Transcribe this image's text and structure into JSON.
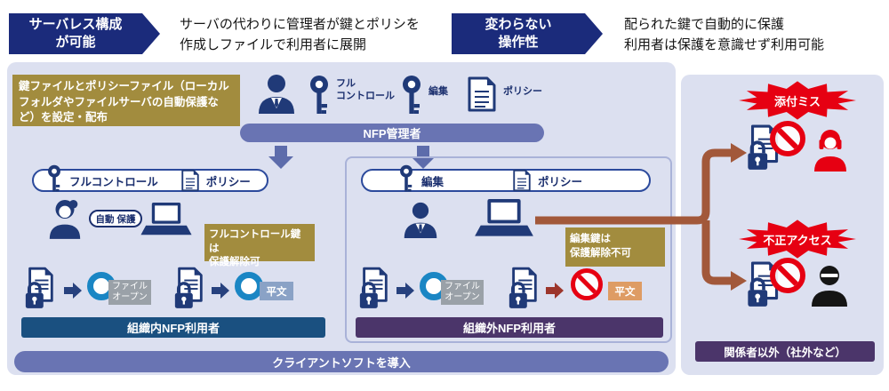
{
  "header": {
    "block1": {
      "title": "サーバレス構成\nが可能",
      "desc": "サーバの代わりに管理者が鍵とポリシを\n作成しファイルで利用者に展開"
    },
    "block2": {
      "title": "変わらない\n操作性",
      "desc": "配られた鍵で自動的に保護\n利用者は保護を意識せず利用可能"
    }
  },
  "admin": {
    "note": "鍵ファイルとポリシーファイル（ローカルフォルダやファイルサーバの自動保護など）を設定・配布",
    "key_full": "フル\nコントロール",
    "key_edit": "編集",
    "policy": "ポリシー",
    "bar": "NFP管理者"
  },
  "internal": {
    "pill_key": "フルコントロール",
    "pill_policy": "ポリシー",
    "auto_protect": "自動 保護",
    "note": "フルコントロール鍵は\n保護解除可",
    "file_open": "ファイル\nオープン",
    "plain": "平文",
    "bar": "組織内NFP利用者"
  },
  "external": {
    "pill_key": "編集",
    "pill_policy": "ポリシー",
    "note": "編集鍵は\n保護解除不可",
    "file_open": "ファイル\nオープン",
    "plain": "平文",
    "bar": "組織外NFP利用者"
  },
  "footer_bar": "クライアントソフトを導入",
  "outside": {
    "burst1": "添付ミス",
    "burst2": "不正アクセス",
    "bar": "関係者以外（社外など）"
  },
  "colors": {
    "navy": "#1b2b7b",
    "icon_navy": "#203a78",
    "gold": "#a28c3e",
    "panel_bg": "#dce0f0",
    "bar_purple": "#6974b3",
    "bar_blue": "#1a5080",
    "bar_dark_purple": "#4b356a",
    "alert_red": "#e60012",
    "brown_arrow": "#a2583a",
    "ring_blue": "#1a86c4",
    "plain_blue_label": "#8aa2c6",
    "plain_orange_label": "#de9c64",
    "file_open_label": "#9aa1a8"
  }
}
